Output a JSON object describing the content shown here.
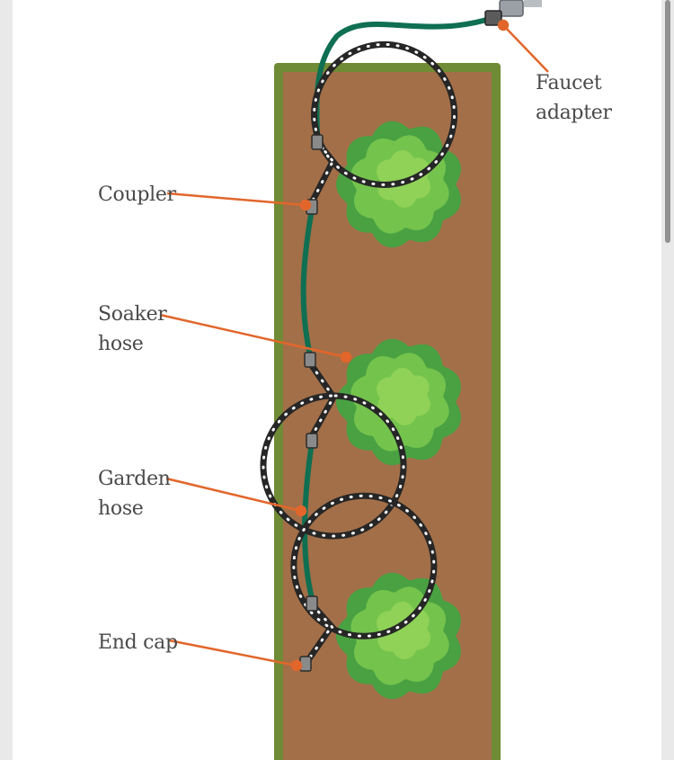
{
  "labels": {
    "faucet_adapter": [
      "Faucet",
      "adapter"
    ],
    "coupler": [
      "Coupler"
    ],
    "soaker_hose": [
      "Soaker",
      "hose"
    ],
    "garden_hose": [
      "Garden",
      "hose"
    ],
    "end_cap": [
      "End cap"
    ]
  },
  "colors": {
    "soil": "#a26f48",
    "border": "#708b35",
    "garden_hose": "#0f6f52",
    "soaker_hose": "#262626",
    "soaker_dots": "#ffffff",
    "leaf_dark": "#49a142",
    "leaf_mid": "#74c34c",
    "leaf_light": "#8fd257",
    "arrow": "#e2662b",
    "faucet": "#9aa0a6"
  }
}
